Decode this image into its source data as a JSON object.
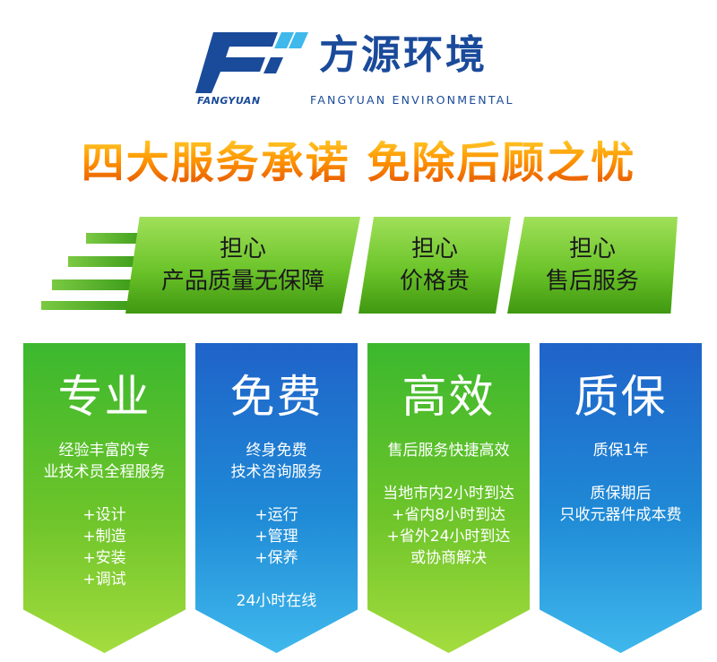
{
  "logo": {
    "brand_cn": "方源环境",
    "brand_en": "FANGYUAN ENVIRONMENTAL",
    "mark_text": "FANGYUAN",
    "colors": {
      "primary": "#1a4a9a",
      "accent": "#3fb8ec"
    }
  },
  "headline": "四大服务承诺  免除后顾之忧",
  "worries": [
    {
      "line1": "担心",
      "line2": "产品质量无保障"
    },
    {
      "line1": "担心",
      "line2": "价格贵"
    },
    {
      "line1": "担心",
      "line2": "售后服务"
    }
  ],
  "cards": [
    {
      "title": "专业",
      "color": "green",
      "lines": [
        "经验丰富的专",
        "业技术员全程服务",
        "",
        "+设计",
        "+制造",
        "+安装",
        "+调试"
      ]
    },
    {
      "title": "免费",
      "color": "blue",
      "lines": [
        "终身免费",
        "技术咨询服务",
        "",
        "+运行",
        "+管理",
        "+保养",
        "",
        "24小时在线"
      ]
    },
    {
      "title": "高效",
      "color": "green",
      "lines": [
        "售后服务快捷高效",
        "",
        "当地市内2小时到达",
        "+省内8小时到达",
        "+省外24小时到达",
        "或协商解决"
      ]
    },
    {
      "title": "质保",
      "color": "blue",
      "lines": [
        "质保1年",
        "",
        "质保期后",
        "只收元器件成本费"
      ]
    }
  ],
  "palette": {
    "green": "#6cc42a",
    "blue": "#1f8ad6",
    "orange": "#ff9500"
  }
}
